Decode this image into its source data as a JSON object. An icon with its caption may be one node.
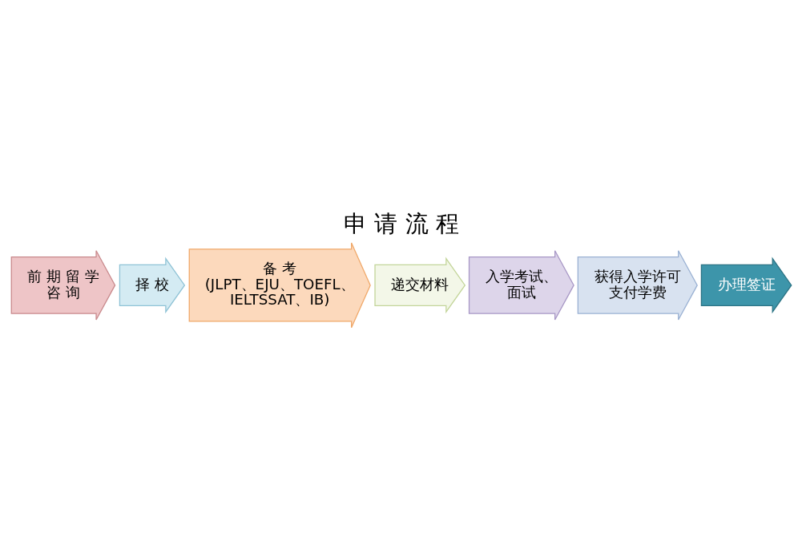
{
  "diagram": {
    "title": "申 请 流 程",
    "nodes": [
      {
        "text": [
          "前 期 留 学咨 询"
        ]
      },
      {
        "text": [
          "择 校"
        ]
      },
      {
        "text": [
          "备 考",
          "(JLPT、EJU、TOEFL、IELTSSAT、IB)"
        ]
      },
      {
        "text": [
          "递交材料"
        ]
      },
      {
        "text": [
          "入学考试、面试"
        ]
      },
      {
        "text": [
          "获得入学许可支付学费"
        ]
      },
      {
        "text": [
          "办理签证"
        ]
      }
    ],
    "edges": []
  }
}
